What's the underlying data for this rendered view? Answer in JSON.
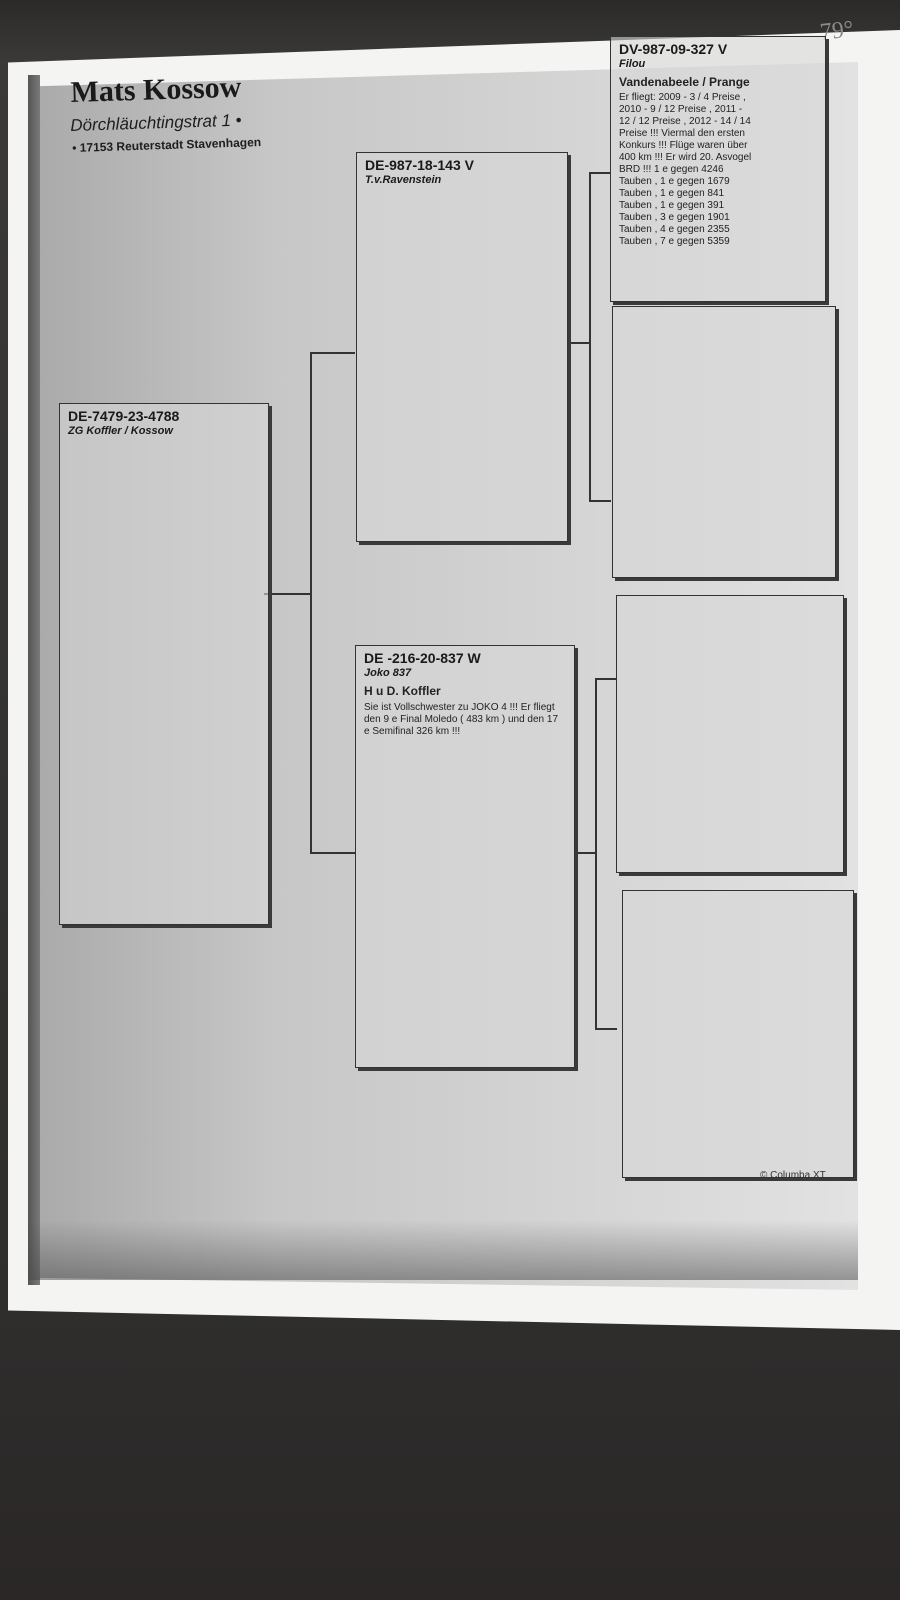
{
  "header": {
    "owner": "Mats Kossow",
    "address_line1": "Dörchläuchtingstrat 1 •",
    "address_line2": "• 17153 Reuterstadt Stavenhagen"
  },
  "handwritten_note": "79°",
  "pigeons": {
    "subject": {
      "ring": "DE-7479-23-4788",
      "name": "ZG Koffler / Kossow"
    },
    "sire": {
      "ring": "DE-987-18-143 V",
      "name": "T.v.Ravenstein"
    },
    "dam": {
      "ring": "DE -216-20-837 W",
      "name": "Joko 837",
      "breeder": "H u D. Koffler",
      "info": "Sie ist Vollschwester zu JOKO 4 !!! Er fliegt den 9 e Final Moledo ( 483 km ) und den 17 e Semifinal 326 km !!!"
    },
    "sire_sire": {
      "ring": "DV-987-09-327 V",
      "name": "Filou",
      "breeder": "Vandenabeele / Prange",
      "info_lines": [
        "Er fliegt: 2009 - 3 / 4 Preise ,",
        "2010 - 9 / 12 Preise , 2011 -",
        "12 / 12 Preise , 2012 - 14 / 14",
        "Preise !!! Viermal den ersten",
        "Konkurs !!! Flüge waren über",
        "400 km !!! Er wird 20. Asvogel",
        "BRD !!! 1 e gegen 4246",
        "Tauben , 1 e gegen 1679",
        "Tauben , 1 e gegen 841",
        "Tauben , 1 e gegen 391",
        "Tauben , 3 e gegen 1901",
        "Tauben , 4 e gegen 2355",
        "Tauben , 7 e gegen 5359"
      ]
    }
  },
  "footer": {
    "copyright": "© Columba XT"
  }
}
